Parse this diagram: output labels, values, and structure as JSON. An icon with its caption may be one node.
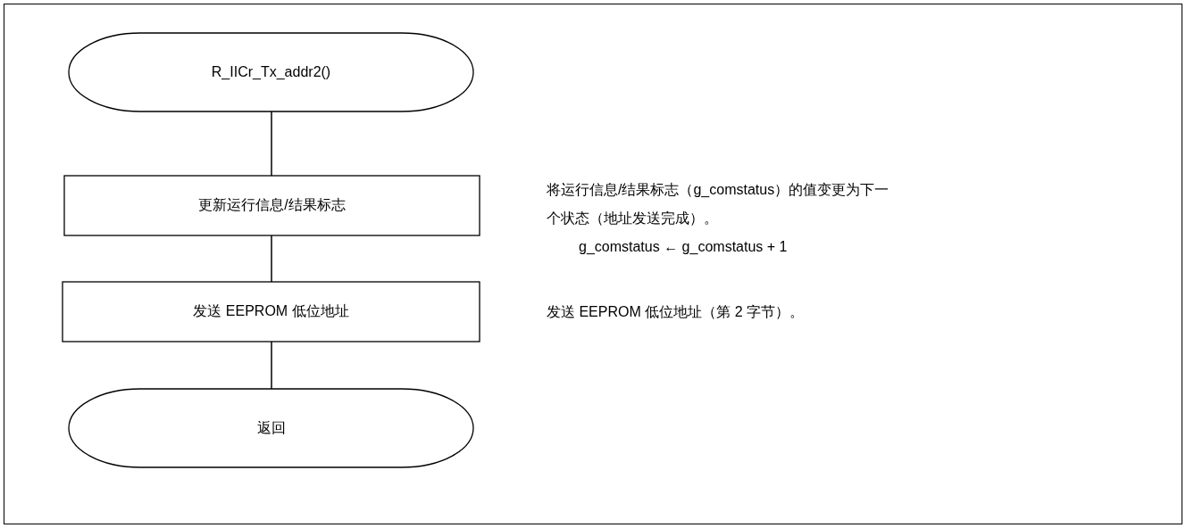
{
  "diagram": {
    "nodes": [
      {
        "text": [
          "R_IICr_Tx_addr2()"
        ]
      },
      {
        "text": [
          "更新运行信息/结果标志"
        ],
        "beside": [
          "将运行信息/结果标志（g_comstatus）的值变更为下一个状态（地址发送完成）。",
          "g_comstatus ← g_comstatus + 1"
        ]
      },
      {
        "text": [
          "发送 EEPROM 低位地址"
        ]
      },
      {
        "text": [
          "返回"
        ]
      }
    ],
    "edges": [
      {
        "from": 0,
        "to": 1,
        "arrow": "none"
      },
      {
        "from": 1,
        "to": 2,
        "arrow": "none"
      },
      {
        "from": 2,
        "to": 3,
        "arrow": "none"
      }
    ],
    "labels": [
      "发送 EEPROM 低位地址（第 2 字节）。"
    ]
  }
}
